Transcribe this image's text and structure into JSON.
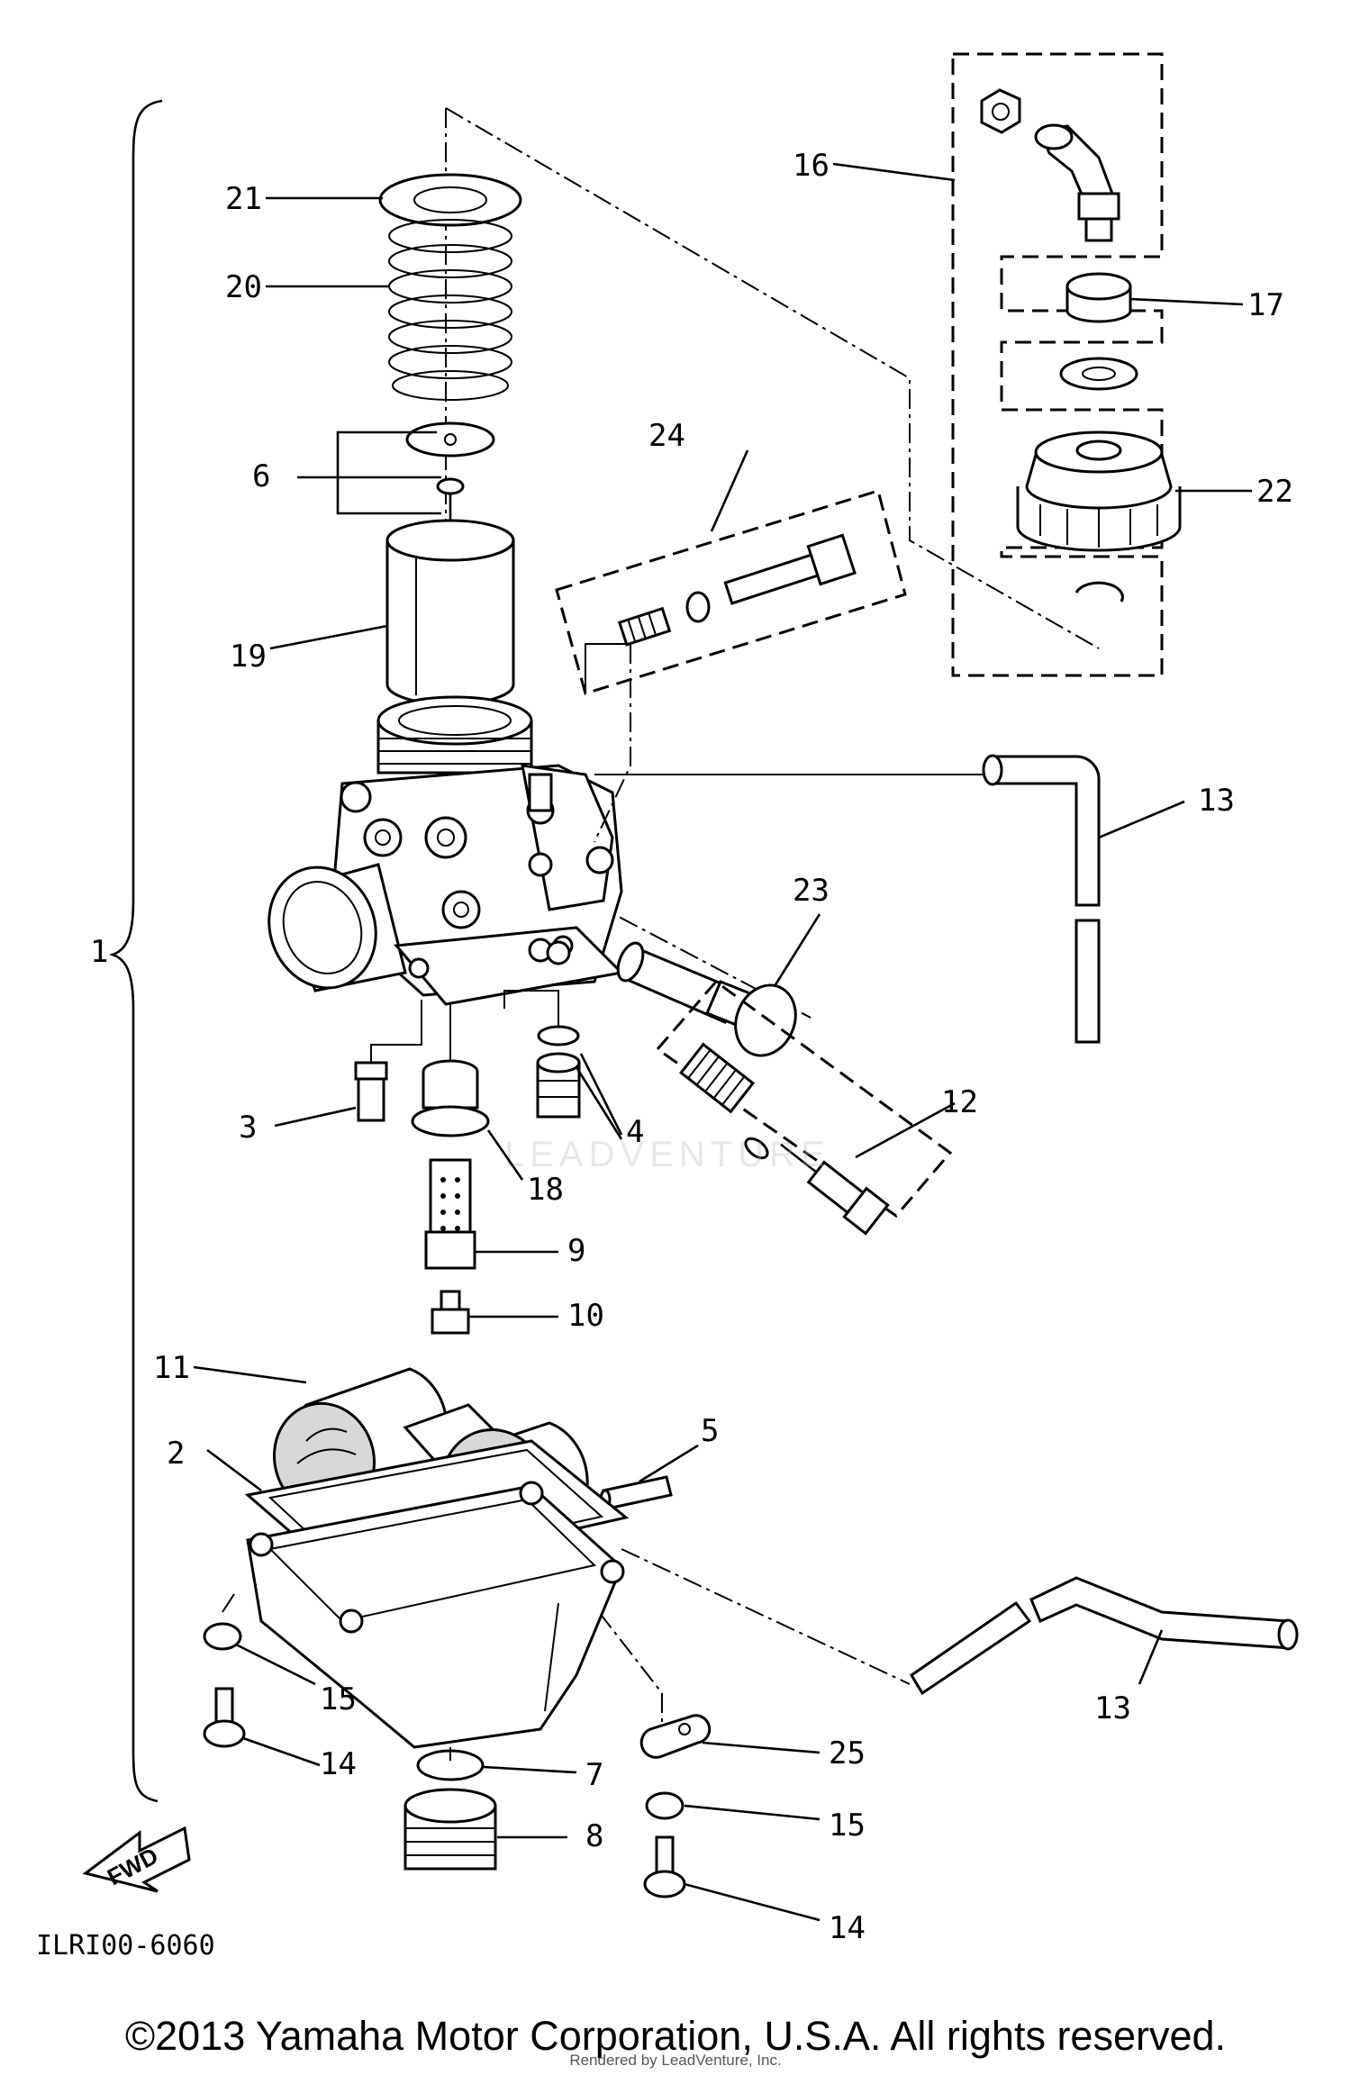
{
  "diagram_code": "ILRI00-6060",
  "fwd_arrow_label": "FWD",
  "watermark": "LEADVENTURE",
  "copyright": "©2013 Yamaha Motor Corporation, U.S.A. All rights reserved.",
  "render_note": "Rendered by LeadVenture, Inc.",
  "callouts": {
    "c1": "1",
    "c2": "2",
    "c3": "3",
    "c4": "4",
    "c5": "5",
    "c6": "6",
    "c7": "7",
    "c8": "8",
    "c9": "9",
    "c10": "10",
    "c11": "11",
    "c12": "12",
    "c13a": "13",
    "c13b": "13",
    "c14a": "14",
    "c14b": "14",
    "c15a": "15",
    "c15b": "15",
    "c16": "16",
    "c17": "17",
    "c18": "18",
    "c19": "19",
    "c20": "20",
    "c21": "21",
    "c22": "22",
    "c23": "23",
    "c24": "24",
    "c25": "25"
  }
}
